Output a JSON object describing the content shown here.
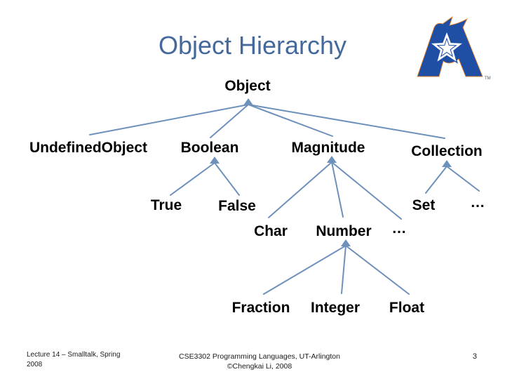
{
  "slide": {
    "title": "Object Hierarchy",
    "page_number": "3",
    "footer_left": "Lecture 14 – Smalltalk, Spring 2008",
    "footer_center_line1": "CSE3302 Programming Languages, UT-Arlington",
    "footer_center_line2": "©Chengkai Li, 2008"
  },
  "logo": {
    "trademark": "TM",
    "blue": "#1e4fa5",
    "orange": "#e8832a"
  },
  "colors": {
    "title_text": "#46699b",
    "connector": "#6e91bb",
    "node_text": "#000000",
    "background": "#ffffff"
  },
  "hierarchy": {
    "label": "Object",
    "children": [
      {
        "label": "UndefinedObject",
        "children": []
      },
      {
        "label": "Boolean",
        "children": [
          {
            "label": "True"
          },
          {
            "label": "False"
          }
        ]
      },
      {
        "label": "Magnitude",
        "children": [
          {
            "label": "Char"
          },
          {
            "label": "Number",
            "children": [
              {
                "label": "Fraction"
              },
              {
                "label": "Integer"
              },
              {
                "label": "Float"
              }
            ]
          },
          {
            "label": "…"
          }
        ]
      },
      {
        "label": "Collection",
        "children": [
          {
            "label": "Set"
          },
          {
            "label": "…"
          }
        ]
      }
    ]
  }
}
